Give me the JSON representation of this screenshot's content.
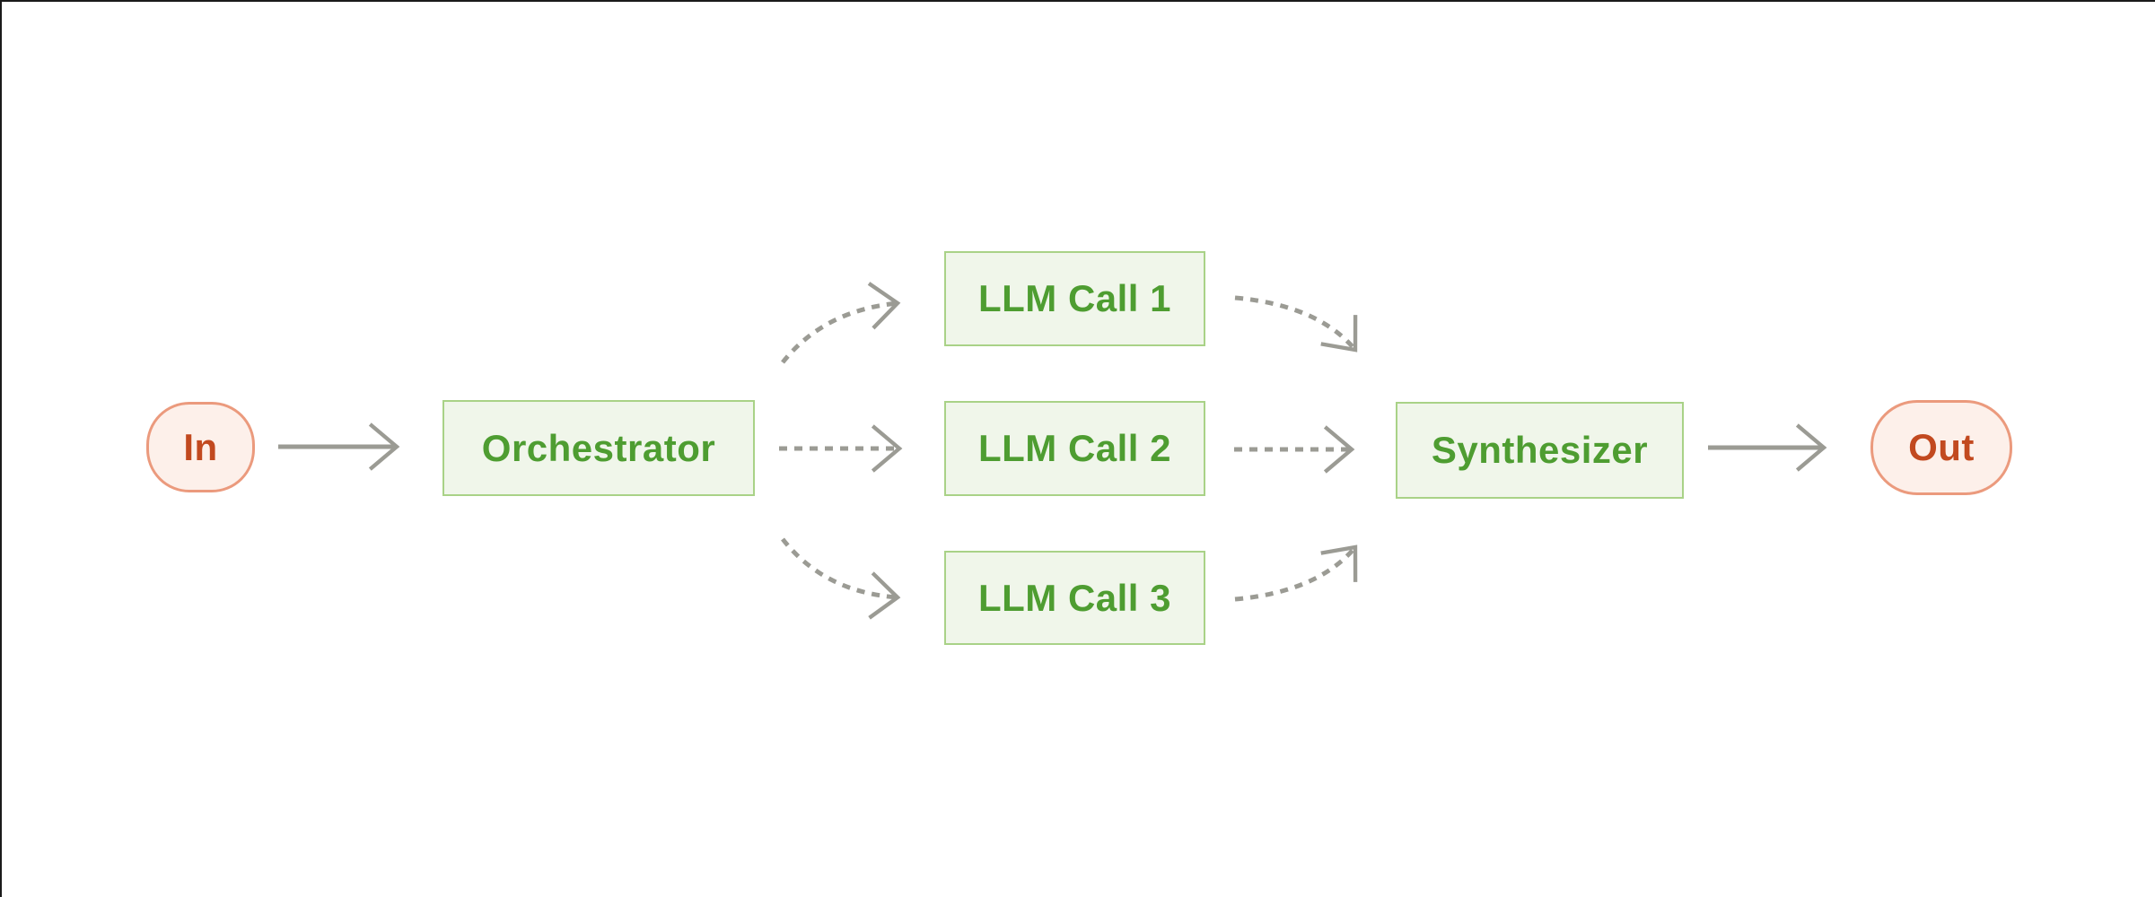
{
  "diagram": {
    "type": "workflow-diagram",
    "nodes": {
      "input": {
        "label": "In",
        "shape": "rounded-pill",
        "role": "terminal"
      },
      "orchestrator": {
        "label": "Orchestrator",
        "shape": "rectangle",
        "role": "process"
      },
      "llm_call_1": {
        "label": "LLM Call 1",
        "shape": "rectangle",
        "role": "process"
      },
      "llm_call_2": {
        "label": "LLM Call 2",
        "shape": "rectangle",
        "role": "process"
      },
      "llm_call_3": {
        "label": "LLM Call 3",
        "shape": "rectangle",
        "role": "process"
      },
      "synthesizer": {
        "label": "Synthesizer",
        "shape": "rectangle",
        "role": "process"
      },
      "output": {
        "label": "Out",
        "shape": "rounded-pill",
        "role": "terminal"
      }
    },
    "edges": [
      {
        "from": "input",
        "to": "orchestrator",
        "style": "solid"
      },
      {
        "from": "orchestrator",
        "to": "llm_call_1",
        "style": "dashed"
      },
      {
        "from": "orchestrator",
        "to": "llm_call_2",
        "style": "dashed"
      },
      {
        "from": "orchestrator",
        "to": "llm_call_3",
        "style": "dashed"
      },
      {
        "from": "llm_call_1",
        "to": "synthesizer",
        "style": "dashed"
      },
      {
        "from": "llm_call_2",
        "to": "synthesizer",
        "style": "dashed"
      },
      {
        "from": "llm_call_3",
        "to": "synthesizer",
        "style": "dashed"
      },
      {
        "from": "synthesizer",
        "to": "output",
        "style": "solid"
      }
    ],
    "colors": {
      "background": "#ffffff",
      "process_fill": "#f0f6ea",
      "process_border": "#a9d287",
      "process_text": "#4e9d31",
      "terminal_fill": "#fdf0ea",
      "terminal_border": "#eb9a7d",
      "terminal_text": "#c2491f",
      "arrow": "#9b9b94",
      "frame_line": "#1a1a1a"
    }
  }
}
